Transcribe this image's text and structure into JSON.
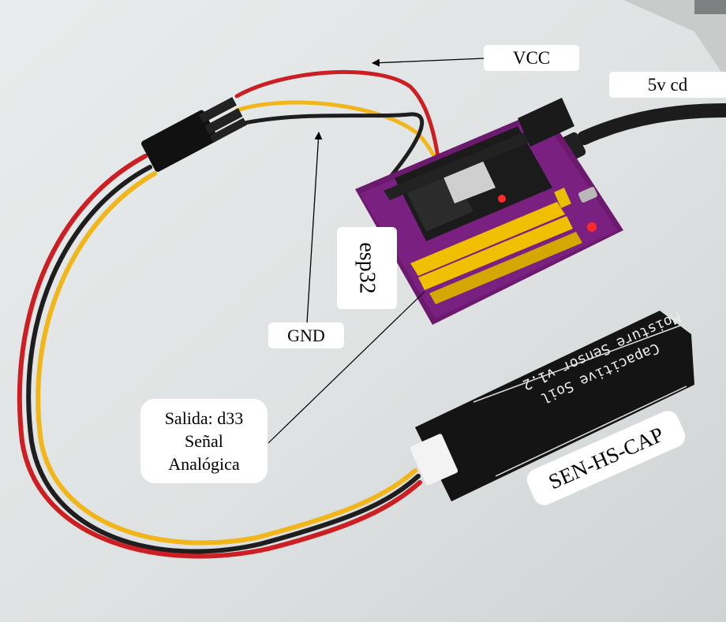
{
  "labels": {
    "vcc": "VCC",
    "power": "5v cd",
    "gnd": "GND",
    "board": "esp32",
    "output_line1": "Salida: d33",
    "output_line2": "Señal",
    "output_line3": "Analógica",
    "sensor_model": "SEN-HS-CAP"
  },
  "board_silkscreen": {
    "sensor_line1": "Capacitive Soil",
    "sensor_line2": "Moisture Sensor v1.2"
  },
  "icons": [
    "arrow-icon"
  ],
  "colors": {
    "wire_red": "#cc1f24",
    "wire_yellow": "#f0b61a",
    "wire_black": "#1e1e1e",
    "pcb_purple": "#6b1a6e",
    "sensor_black": "#141414",
    "background": "#e6e8e8"
  }
}
